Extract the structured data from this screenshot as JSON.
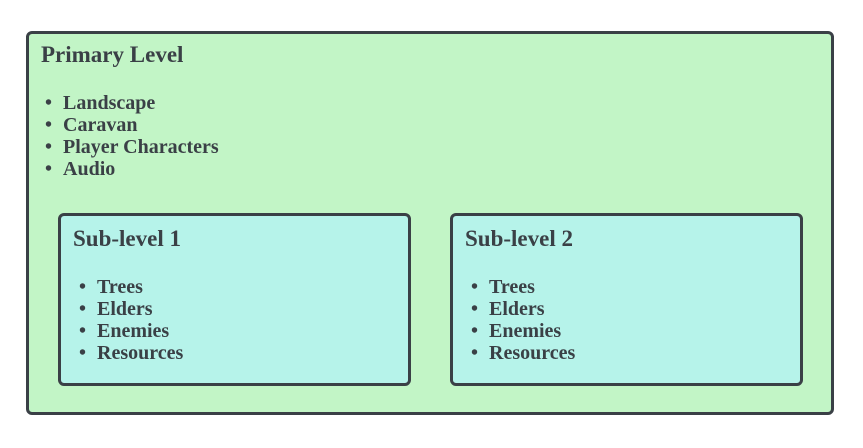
{
  "primary": {
    "title": "Primary Level",
    "items": [
      "Landscape",
      "Caravan",
      "Player Characters",
      "Audio"
    ]
  },
  "sublevels": [
    {
      "title": "Sub-level 1",
      "items": [
        "Trees",
        "Elders",
        "Enemies",
        "Resources"
      ]
    },
    {
      "title": "Sub-level 2",
      "items": [
        "Trees",
        "Elders",
        "Enemies",
        "Resources"
      ]
    }
  ],
  "colors": {
    "primary_fill": "#c2f5c6",
    "sublevel_fill": "#b6f3ea",
    "border": "#3a4046"
  }
}
